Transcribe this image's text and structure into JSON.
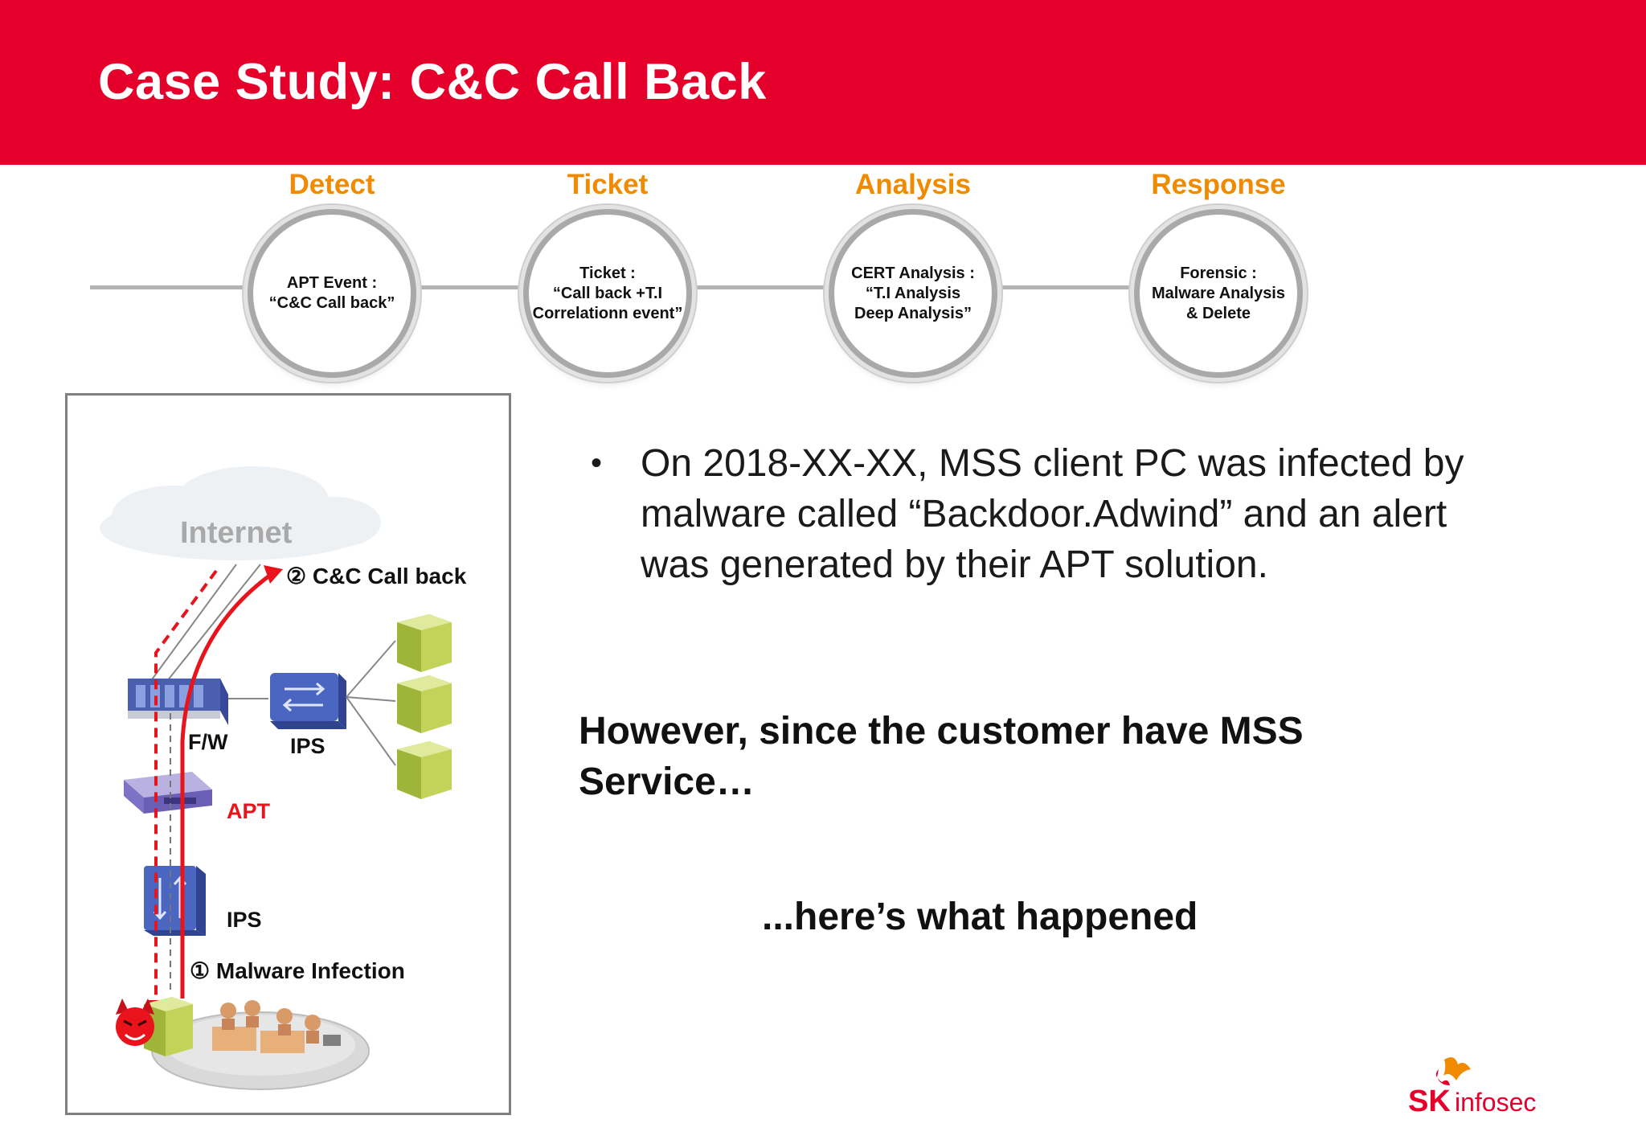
{
  "header": {
    "title": "Case Study: C&C Call Back",
    "background": "#e4002b"
  },
  "timeline": {
    "accent_color": "#f08a00",
    "stages": [
      {
        "label": "Detect",
        "text": "APT Event :\n“C&C Call back”"
      },
      {
        "label": "Ticket",
        "text": "Ticket :\n“Call back +T.I\nCorrelationn event”"
      },
      {
        "label": "Analysis",
        "text": "CERT Analysis :\n“T.I Analysis\nDeep Analysis”"
      },
      {
        "label": "Response",
        "text": "Forensic :\nMalware Analysis\n& Delete"
      }
    ]
  },
  "diagram": {
    "internet_label": "Internet",
    "callback_label": "② C&C Call back",
    "fw_label": "F/W",
    "ips_right_label": "IPS",
    "apt_label": "APT",
    "ips_bottom_label": "IPS",
    "infection_label": "① Malware Infection",
    "arrow_color": "#e8131b",
    "apt_color": "#e8131b"
  },
  "content": {
    "bullet_symbol": "•",
    "bullet_text": "On 2018-XX-XX, MSS client PC was infected by malware called “Backdoor.Adwind” and an alert was generated by their APT solution.",
    "note": "However, since the customer have MSS Service…",
    "closing": "...here’s what happened"
  },
  "logo": {
    "brand": "SK",
    "product": "infosec",
    "brand_color": "#e4002b",
    "product_color": "#e4002b"
  }
}
